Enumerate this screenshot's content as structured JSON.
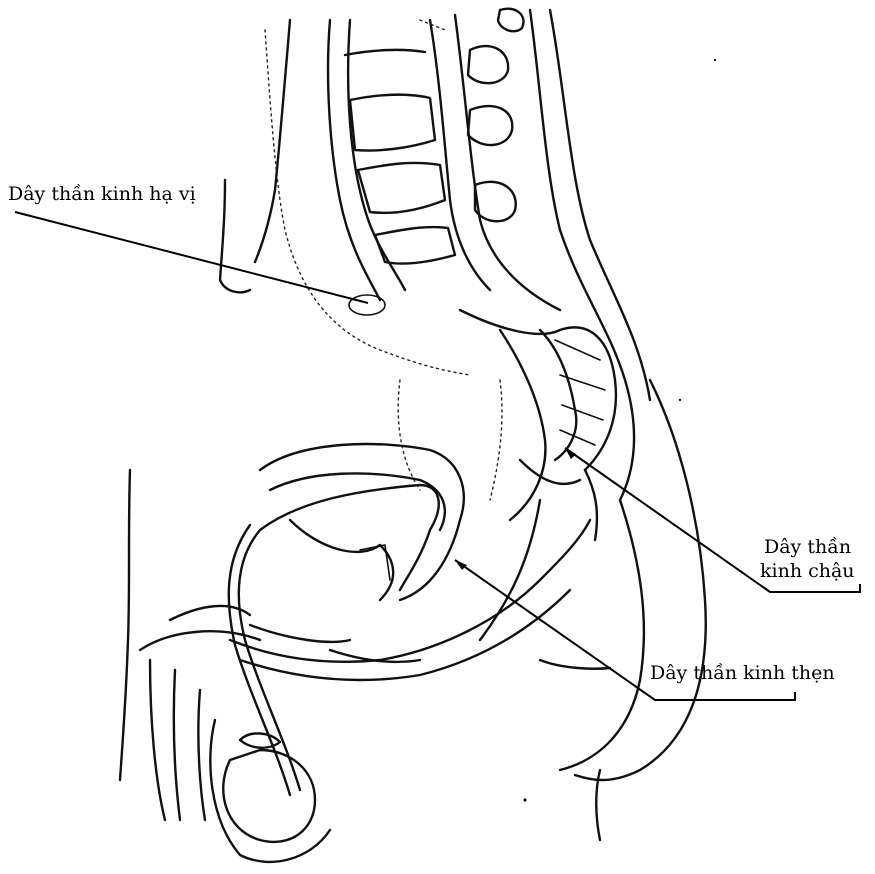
{
  "labels": {
    "hypogastric": "Dây thần kinh hạ vị",
    "pelvic_line1": "Dây thần",
    "pelvic_line2": "kinh chậu",
    "pudendal": "Dây thần kinh thẹn"
  },
  "colors": {
    "ink": "#111111",
    "background": "#ffffff"
  }
}
